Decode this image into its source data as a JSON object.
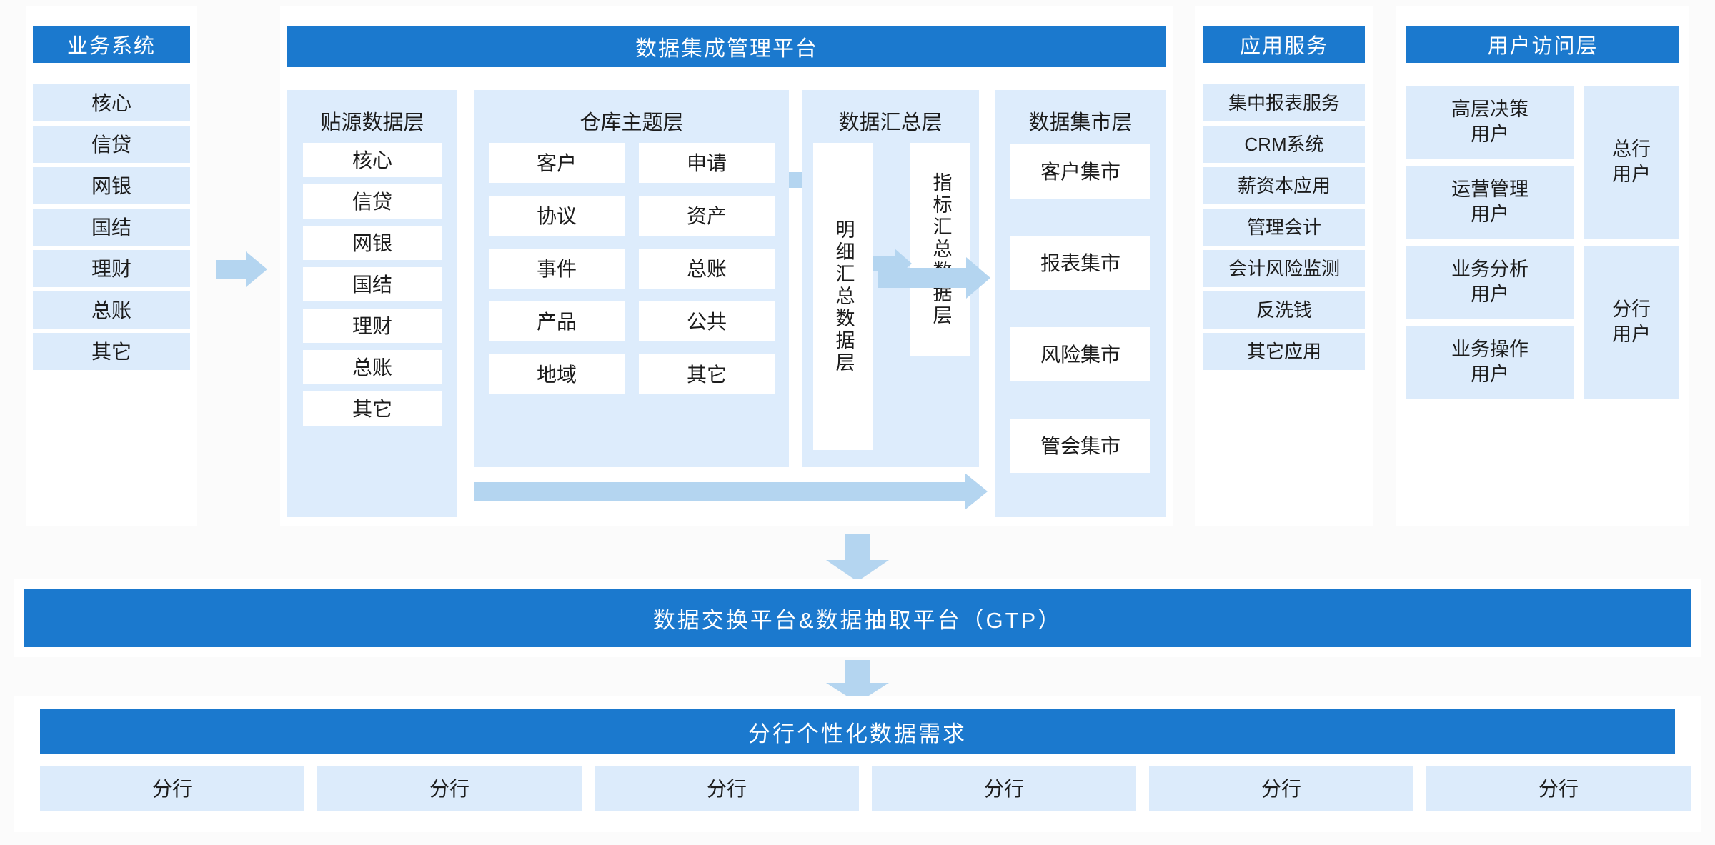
{
  "business_system": {
    "title": "业务系统",
    "items": [
      "核心",
      "信贷",
      "网银",
      "国结",
      "理财",
      "总账",
      "其它"
    ]
  },
  "platform": {
    "title": "数据集成管理平台",
    "source_layer": {
      "title": "贴源数据层",
      "items": [
        "核心",
        "信贷",
        "网银",
        "国结",
        "理财",
        "总账",
        "其它"
      ]
    },
    "warehouse_layer": {
      "title": "仓库主题层",
      "left_items": [
        "客户",
        "协议",
        "事件",
        "产品",
        "地域"
      ],
      "right_items": [
        "申请",
        "资产",
        "总账",
        "公共",
        "其它"
      ]
    },
    "summary_layer": {
      "title": "数据汇总层",
      "items": [
        "明细汇总数据层",
        "指标汇总数据层"
      ]
    },
    "mart_layer": {
      "title": "数据集市层",
      "items": [
        "客户集市",
        "报表集市",
        "风险集市",
        "管会集市"
      ]
    }
  },
  "app_service": {
    "title": "应用服务",
    "items": [
      "集中报表服务",
      "CRM系统",
      "薪资本应用",
      "管理会计",
      "会计风险监测",
      "反洗钱",
      "其它应用"
    ]
  },
  "user_access": {
    "title": "用户访问层",
    "roles": [
      "高层决策\n用户",
      "运营管理\n用户",
      "业务分析\n用户",
      "业务操作\n用户"
    ],
    "groups": [
      "总行\n用户",
      "分行\n用户"
    ]
  },
  "exchange_platform": {
    "title": "数据交换平台&数据抽取平台（GTP）"
  },
  "branch_demand": {
    "title": "分行个性化数据需求",
    "items": [
      "分行",
      "分行",
      "分行",
      "分行",
      "分行",
      "分行"
    ]
  },
  "colors": {
    "header_blue": "#1b79ce",
    "cell_blue": "#dcebfb",
    "panel_blue": "#ddecfc",
    "arrow_blue": "#b4d5f0",
    "page_bg": "#fbfbfb",
    "panel_bg": "#ffffff"
  }
}
